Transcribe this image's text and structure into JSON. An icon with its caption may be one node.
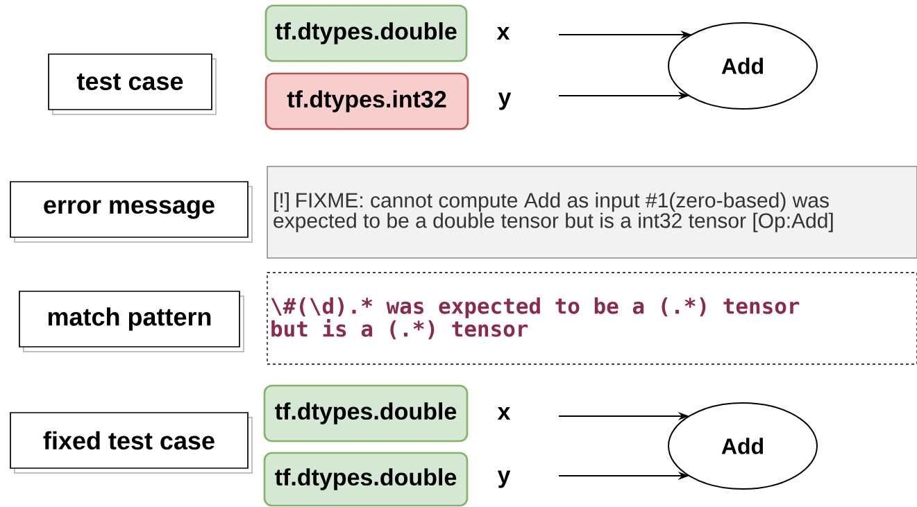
{
  "diagram": {
    "nodes": [
      {
        "text": [
          "test case"
        ]
      },
      {
        "text": [
          "tf.dtypes.double"
        ],
        "beside": [
          "x"
        ]
      },
      {
        "text": [
          "tf.dtypes.int32"
        ],
        "beside": [
          "y"
        ]
      },
      {
        "text": [
          "Add"
        ]
      },
      {
        "text": [
          "error message"
        ]
      },
      {
        "text": [
          "[!] FIXME: cannot compute Add as input #1(zero-based) was expected to be a double tensor but is a int32 tensor [Op:Add]"
        ]
      },
      {
        "text": [
          "match pattern"
        ]
      },
      {
        "text": [
          "\\#(\\d).* was expected to be a (.*) tensor",
          "but is a (.*) tensor"
        ]
      },
      {
        "text": [
          "fixed test case"
        ]
      },
      {
        "text": [
          "tf.dtypes.double"
        ],
        "beside": [
          "x"
        ]
      },
      {
        "text": [
          "tf.dtypes.double"
        ],
        "beside": [
          "y"
        ]
      },
      {
        "text": [
          "Add"
        ]
      }
    ],
    "edges": [
      {
        "from": null,
        "to": 3,
        "arrow": "to"
      },
      {
        "from": null,
        "to": 3,
        "arrow": "to"
      },
      {
        "from": null,
        "to": 11,
        "arrow": "to"
      },
      {
        "from": null,
        "to": 11,
        "arrow": "to"
      }
    ]
  }
}
